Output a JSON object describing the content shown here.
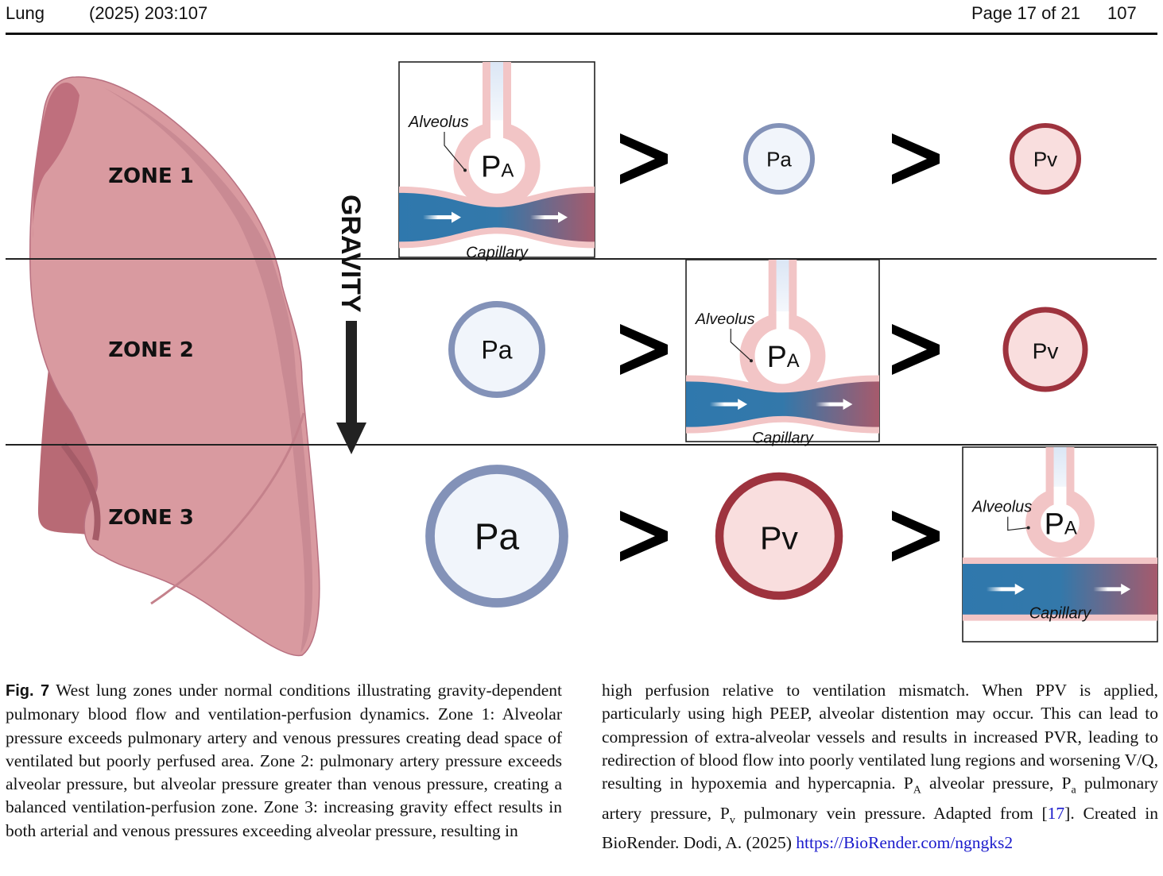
{
  "header": {
    "journal": "Lung",
    "citation": "(2025) 203:107",
    "page": "Page 17 of 21",
    "article_number": "107"
  },
  "figure": {
    "gravity_label": "GRAVITY",
    "zones": [
      {
        "label": "ZONE 1",
        "items": [
          {
            "type": "alveolus",
            "alveolus_label": "Alveolus",
            "pressure_main": "P",
            "pressure_sub": "A",
            "capillary_label": "Capillary",
            "capillary_state": "compressed"
          },
          {
            "type": "operator",
            "symbol": ">"
          },
          {
            "type": "artery",
            "label": "Pa"
          },
          {
            "type": "operator",
            "symbol": ">"
          },
          {
            "type": "vein",
            "label": "Pv"
          }
        ]
      },
      {
        "label": "ZONE 2",
        "items": [
          {
            "type": "artery",
            "label": "Pa"
          },
          {
            "type": "operator",
            "symbol": ">"
          },
          {
            "type": "alveolus",
            "alveolus_label": "Alveolus",
            "pressure_main": "P",
            "pressure_sub": "A",
            "capillary_label": "Capillary",
            "capillary_state": "partially-compressed"
          },
          {
            "type": "operator",
            "symbol": ">"
          },
          {
            "type": "vein",
            "label": "Pv"
          }
        ]
      },
      {
        "label": "ZONE 3",
        "items": [
          {
            "type": "artery",
            "label": "Pa"
          },
          {
            "type": "operator",
            "symbol": ">"
          },
          {
            "type": "vein",
            "label": "Pv"
          },
          {
            "type": "operator",
            "symbol": ">"
          },
          {
            "type": "alveolus",
            "alveolus_label": "Alveolus",
            "pressure_main": "P",
            "pressure_sub": "A",
            "capillary_label": "Capillary",
            "capillary_state": "open"
          }
        ]
      }
    ],
    "colors": {
      "lung": "#d99aa0",
      "lung_dark": "#c98a93",
      "lung_shadow": "#b86a75",
      "artery_ring": "#8392b8",
      "artery_fill": "#f1f5fb",
      "vein_ring": "#9e333e",
      "vein_fill": "#f9dede",
      "alveolus_wall": "#f2c5c6",
      "capillary_blue": "#2f78ad",
      "capillary_red": "#a65a6c"
    }
  },
  "caption": {
    "fig_label": "Fig. 7",
    "left_text": "West lung zones under normal conditions illustrating gravity-dependent pulmonary blood flow and ventilation-perfusion dynamics. Zone 1: Alveolar pressure exceeds pulmonary artery and venous pressures creating dead space of ventilated but poorly perfused area. Zone 2: pulmonary artery pressure exceeds alveolar pressure, but alveolar pressure greater than venous pressure, creating a balanced ventilation-perfusion zone. Zone 3: increasing gravity effect results in both arterial and venous pressures exceeding alveolar pressure, resulting in",
    "right_text_1": "high perfusion relative to ventilation mismatch. When PPV is applied, particularly using high PEEP, alveolar distention may occur. This can lead to compression of extra-alveolar vessels and results in increased PVR, leading to redirection of blood flow into poorly ventilated lung regions and worsening V/Q, resulting in hypoxemia and hypercapnia.",
    "abbr": [
      {
        "sym": "P",
        "sub": "A",
        "text": " alveolar pressure, "
      },
      {
        "sym": "P",
        "sub": "a",
        "text": " pulmonary artery pressure, "
      },
      {
        "sym": "P",
        "sub": "v",
        "text": " pulmonary vein pressure. "
      }
    ],
    "adapted_pre": "Adapted from [",
    "ref_num": "17",
    "adapted_post": "]. Created in BioRender. Dodi, A. (2025) ",
    "link": "https://BioRender.com/ngngks2"
  }
}
